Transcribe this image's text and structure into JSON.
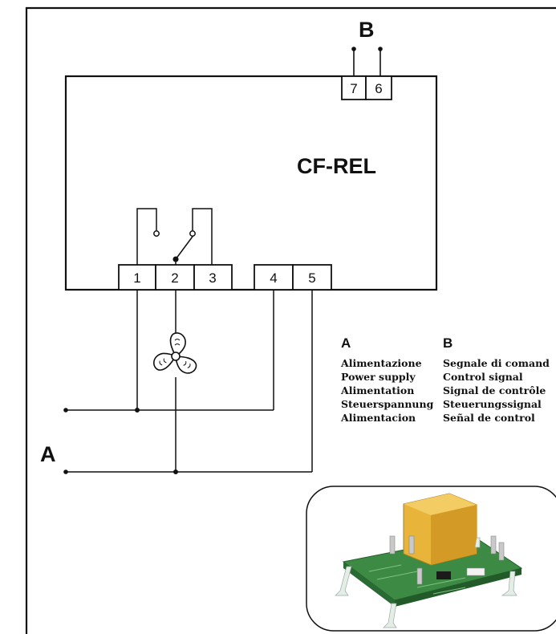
{
  "labels": {
    "label_b": "B",
    "label_a": "A",
    "device_name": "CF-REL"
  },
  "terminals": {
    "t7": "7",
    "t6": "6",
    "t1": "1",
    "t2": "2",
    "t3": "3",
    "t4": "4",
    "t5": "5"
  },
  "legend": {
    "col_a": {
      "heading": "A",
      "lines": [
        "Alimentazione",
        "Power supply",
        "Alimentation",
        "Steuerspannung",
        "Alimentacion"
      ]
    },
    "col_b": {
      "heading": "B",
      "lines": [
        "Segnale di comand",
        "Control signal",
        "Signal de contrôle",
        "Steuerungssignal",
        "Señal de control"
      ]
    }
  },
  "colors": {
    "line": "#111111",
    "pcb": "#2f7d3a",
    "relay": "#e8b43a"
  },
  "icons": {
    "fan": "fan-icon",
    "relay_photo": "relay-board-photo"
  }
}
